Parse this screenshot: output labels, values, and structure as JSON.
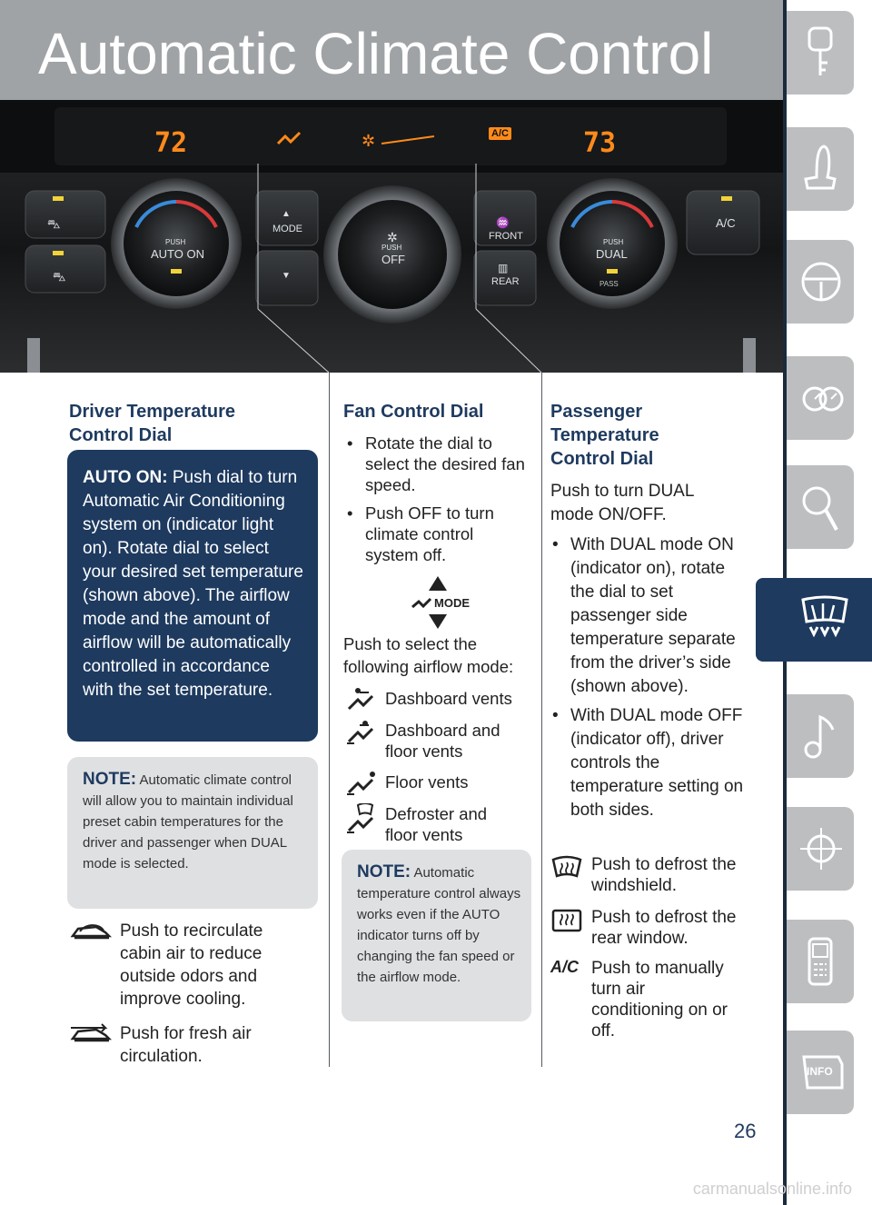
{
  "page": {
    "title": "Automatic Climate Control",
    "number": "26",
    "watermark": "carmanualsonline.info"
  },
  "photo": {
    "display_left": "72",
    "display_right": "73",
    "ac_badge": "A/C",
    "mode_label": "MODE",
    "front_label": "FRONT",
    "rear_label": "REAR",
    "ac_label": "A/C",
    "dial_left_push": "PUSH",
    "dial_left_label": "AUTO ON",
    "dial_mid_push": "PUSH",
    "dial_mid_label": "OFF",
    "dial_right_push": "PUSH",
    "dial_right_label": "DUAL",
    "dial_right_sub": "PASS"
  },
  "driver": {
    "heading_line1": "Driver Temperature",
    "heading_line2": "Control Dial",
    "auto_label": "AUTO ON:",
    "auto_text": "Push dial to turn Automatic Air Conditioning system on (indicator light on). Rotate dial to select your desired set temperature (shown above). The airflow mode and the amount of airflow will be automatically controlled in accordance with the set temperature.",
    "note_label": "NOTE:",
    "note_text": "Automatic climate control will allow you to maintain individual preset cabin temperatures for the driver and passenger when DUAL mode is selected.",
    "recirc_text": "Push to recirculate cabin air to reduce outside odors and improve cooling.",
    "fresh_text": "Push for fresh air circulation."
  },
  "fan": {
    "heading": "Fan Control Dial",
    "bullets": [
      "Rotate the dial to select the desired fan speed.",
      "Push OFF to turn climate control system off."
    ],
    "mode_icon_label": "MODE",
    "mode_intro": "Push to select the following airflow mode:",
    "modes": [
      "Dashboard vents",
      "Dashboard and floor vents",
      "Floor vents",
      "Defroster and floor vents"
    ],
    "note_label": "NOTE:",
    "note_text": "Automatic temperature control always works even if the AUTO indicator turns off by changing the fan speed or the airflow mode."
  },
  "passenger": {
    "heading_line1": "Passenger",
    "heading_line2": "Temperature",
    "heading_line3": "Control Dial",
    "intro": "Push to turn DUAL mode ON/OFF.",
    "bullets": [
      "With DUAL mode ON (indicator on), rotate the dial to set passenger side temperature separate from the driver’s side (shown above).",
      "With DUAL mode OFF (indicator off), driver controls the temperature setting on both sides."
    ],
    "front_defrost": "Push to defrost the windshield.",
    "rear_defrost": "Push to defrost the rear window.",
    "ac_icon_label": "A/C",
    "ac_text": "Push to manually turn air conditioning on or off."
  },
  "tabs": [
    {
      "icon": "key-icon"
    },
    {
      "icon": "seat-icon"
    },
    {
      "icon": "steering-wheel-icon"
    },
    {
      "icon": "gauges-icon"
    },
    {
      "icon": "magnifier-icon"
    },
    {
      "icon": "climate-icon",
      "active": true
    },
    {
      "icon": "music-note-icon"
    },
    {
      "icon": "compass-icon"
    },
    {
      "icon": "phone-icon"
    },
    {
      "icon": "info-icon",
      "text": "INFO"
    }
  ],
  "colors": {
    "navy": "#1e3a5f",
    "header_gray": "#9fa3a6",
    "note_gray": "#dfe0e2",
    "tab_gray": "#bcbec0",
    "display_orange": "#ff8a1a"
  }
}
